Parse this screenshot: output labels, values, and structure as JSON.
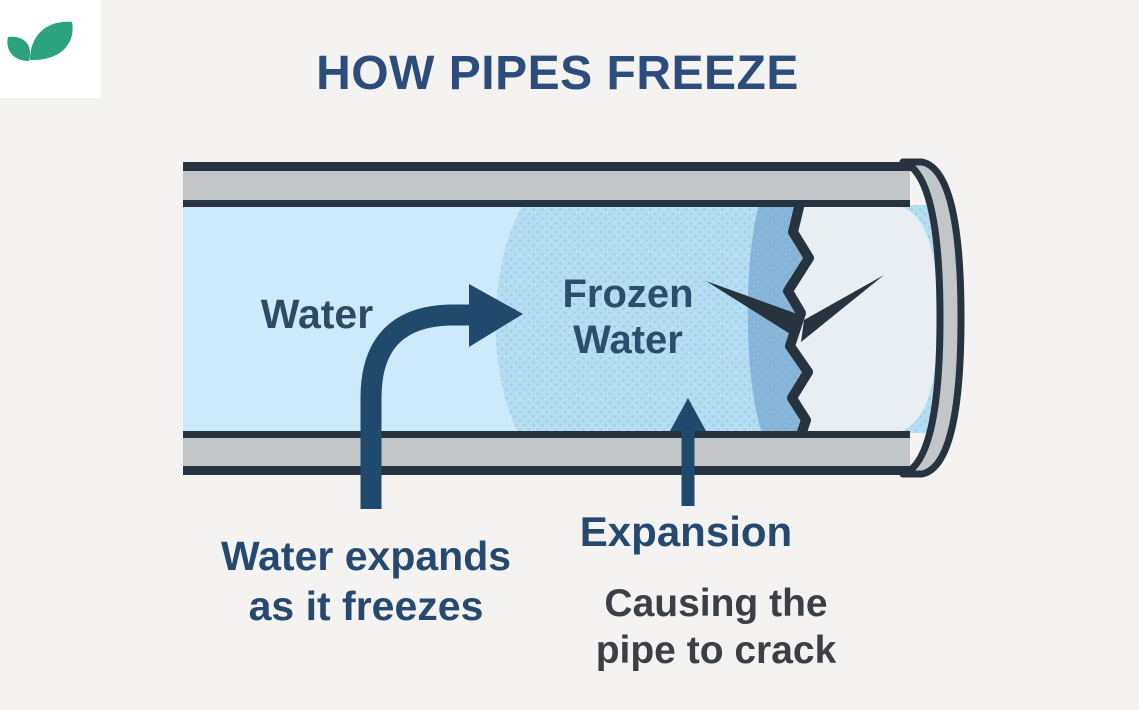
{
  "background_color": "#f4f3f1",
  "logo": {
    "icon": "leaf-icon",
    "leaf_color": "#2ba37e"
  },
  "title": {
    "text": "HOW PIPES FREEZE",
    "color": "#2c4d7c"
  },
  "pipe": {
    "water_label": "Water",
    "frozen_label_line1": "Frozen",
    "frozen_label_line2": "Water",
    "colors": {
      "outline": "#27333e",
      "wall_gray": "#c3c6c9",
      "water_blue": "#cdeafa",
      "frozen_blue": "#b5def3",
      "frozen_dots": "#8ec2e2",
      "expansion_band_blue": "#85b4d8",
      "cracked_void": "#e9eef2",
      "crack_dark": "#273440"
    }
  },
  "annotations": {
    "expands": {
      "line1": "Water expands",
      "line2": "as it freezes",
      "color": "#25496f"
    },
    "expansion": {
      "text": "Expansion",
      "color": "#25496f"
    },
    "causing": {
      "line1": "Causing the",
      "line2": "pipe to crack",
      "color": "#3b4046"
    }
  },
  "arrows": {
    "color": "#1f4a6e",
    "curved_arrow_meaning": "water expanding toward frozen section",
    "up_arrow_meaning": "points to expansion area causing crack"
  }
}
